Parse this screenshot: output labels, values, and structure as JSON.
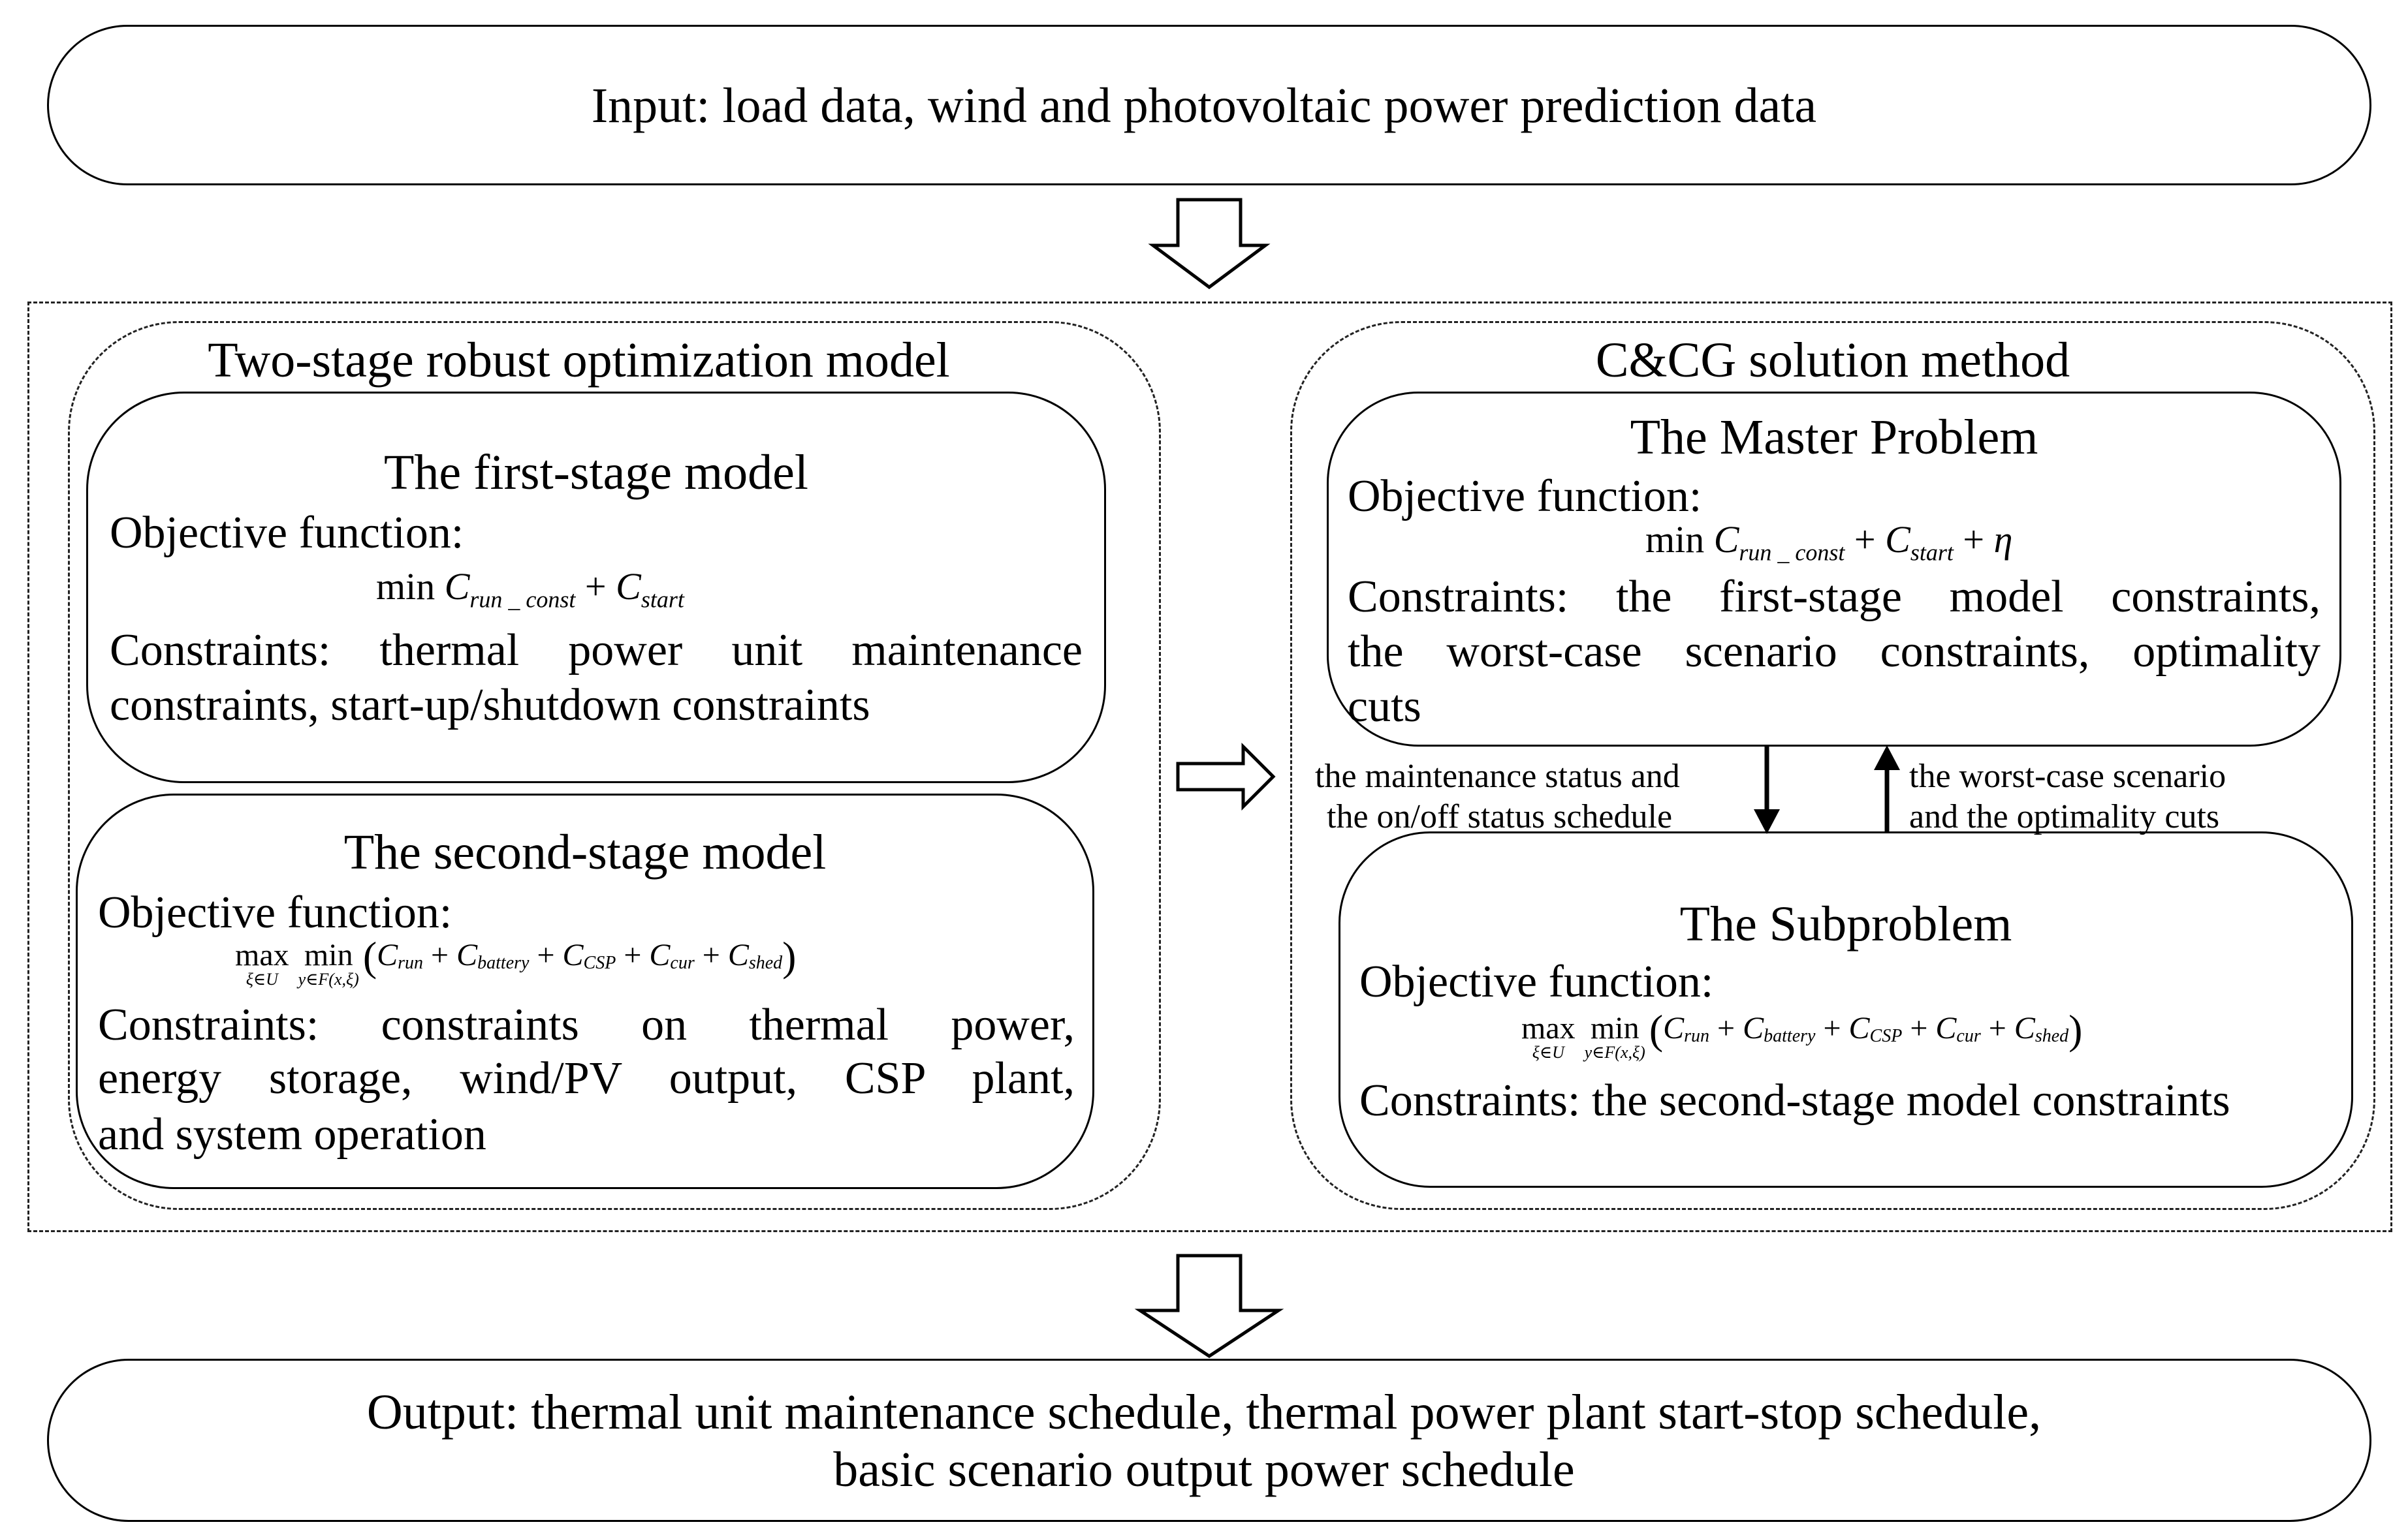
{
  "input": {
    "text": "Input: load data, wind and photovoltaic power  prediction data"
  },
  "left_group": {
    "title": "Two-stage robust optimization model",
    "first_stage": {
      "title": "The first-stage model",
      "objective_label": "Objective function:",
      "formula": "min C_run_const + C_start",
      "constraints_line1": "Constraints: thermal power unit maintenance",
      "constraints_line2": "constraints, start-up/shutdown constraints"
    },
    "second_stage": {
      "title": "The second-stage model",
      "objective_label": "Objective function:",
      "formula": "max_{ξ∈U} min_{y∈F(x,ξ)} (C_run + C_battery + C_CSP + C_cur + C_shed)",
      "constraints_line1": "Constraints: constraints on thermal power,",
      "constraints_line2": "energy storage, wind/PV output, CSP plant,",
      "constraints_line3": "and system operation"
    }
  },
  "right_group": {
    "title": "C&CG solution method",
    "master": {
      "title": "The Master Problem",
      "objective_label": "Objective function:",
      "formula": "min C_run_const + C_start + η",
      "constraints_line1": "Constraints: the first-stage model constraints,",
      "constraints_line2": "the worst-case scenario constraints, optimality",
      "constraints_line3": "cuts"
    },
    "down_label_line1": "the maintenance status and",
    "down_label_line2": "the on/off status schedule",
    "up_label_line1": "the worst-case scenario",
    "up_label_line2": "and the optimality cuts",
    "sub": {
      "title": "The Subproblem",
      "objective_label": "Objective function:",
      "formula": "max_{ξ∈U} min_{y∈F(x,ξ)} (C_run + C_battery + C_CSP + C_cur + C_shed)",
      "constraints": "Constraints: the second-stage model constraints"
    }
  },
  "output": {
    "line1": "Output: thermal unit maintenance schedule, thermal power plant start-stop schedule,",
    "line2": "basic scenario output power schedule"
  }
}
